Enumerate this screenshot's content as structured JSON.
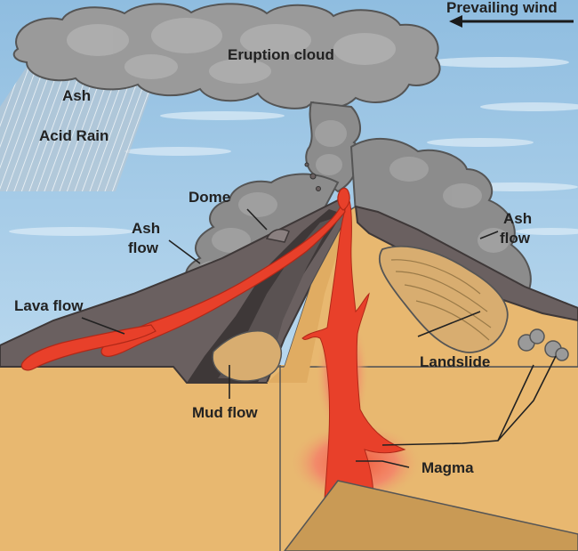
{
  "labels": {
    "prevailing_wind": "Prevailing wind",
    "eruption_cloud": "Eruption cloud",
    "ash_rain": "Ash",
    "acid_rain": "Acid Rain",
    "dome": "Dome",
    "ash_flow_left_line1": "Ash",
    "ash_flow_left_line2": "flow",
    "ash_flow_right_line1": "Ash",
    "ash_flow_right_line2": "flow",
    "lava_flow": "Lava flow",
    "landslide": "Landslide",
    "mud_flow": "Mud flow",
    "magma": "Magma"
  },
  "colors": {
    "sky": "#9cc6e4",
    "cloud": "#9a9a9a",
    "cloud_dark": "#6e6e6e",
    "ground": "#e8b870",
    "ground_dark": "#c99a55",
    "rock": "#6a6060",
    "rock_dark": "#3e3838",
    "lava": "#e8402a",
    "magma_glow": "#f28a6a",
    "landslide": "#d8ad70"
  }
}
